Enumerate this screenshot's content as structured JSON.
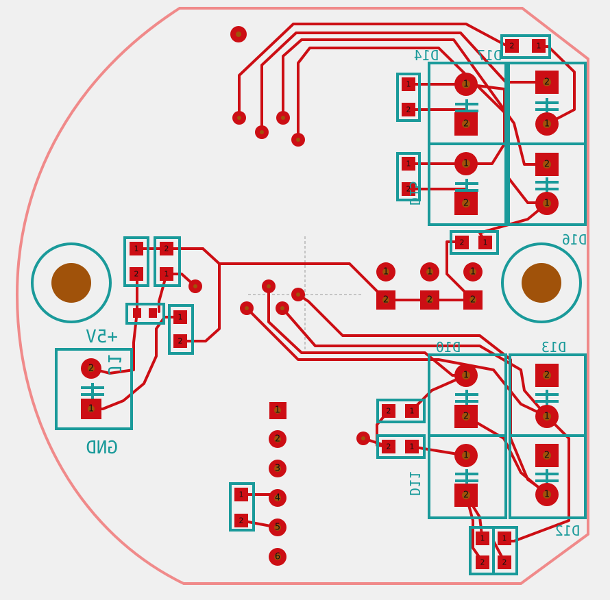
{
  "labels": {
    "plus5v": "+5V",
    "gnd": "GND",
    "j1": "J1",
    "d10": "D10",
    "d11": "D11",
    "d12": "D12",
    "d13": "D13",
    "d14": "D14",
    "d15": "D15",
    "d16": "D16",
    "d17": "D17"
  },
  "pad_numbers": {
    "one": "1",
    "two": "2",
    "three": "3",
    "four": "4",
    "five": "5",
    "six": "6"
  },
  "colors": {
    "background": "#f0f0f0",
    "outline": "#f08a8a",
    "copper": "#cc0e14",
    "silkscreen": "#1a9a9a",
    "drill": "#a0520a"
  }
}
